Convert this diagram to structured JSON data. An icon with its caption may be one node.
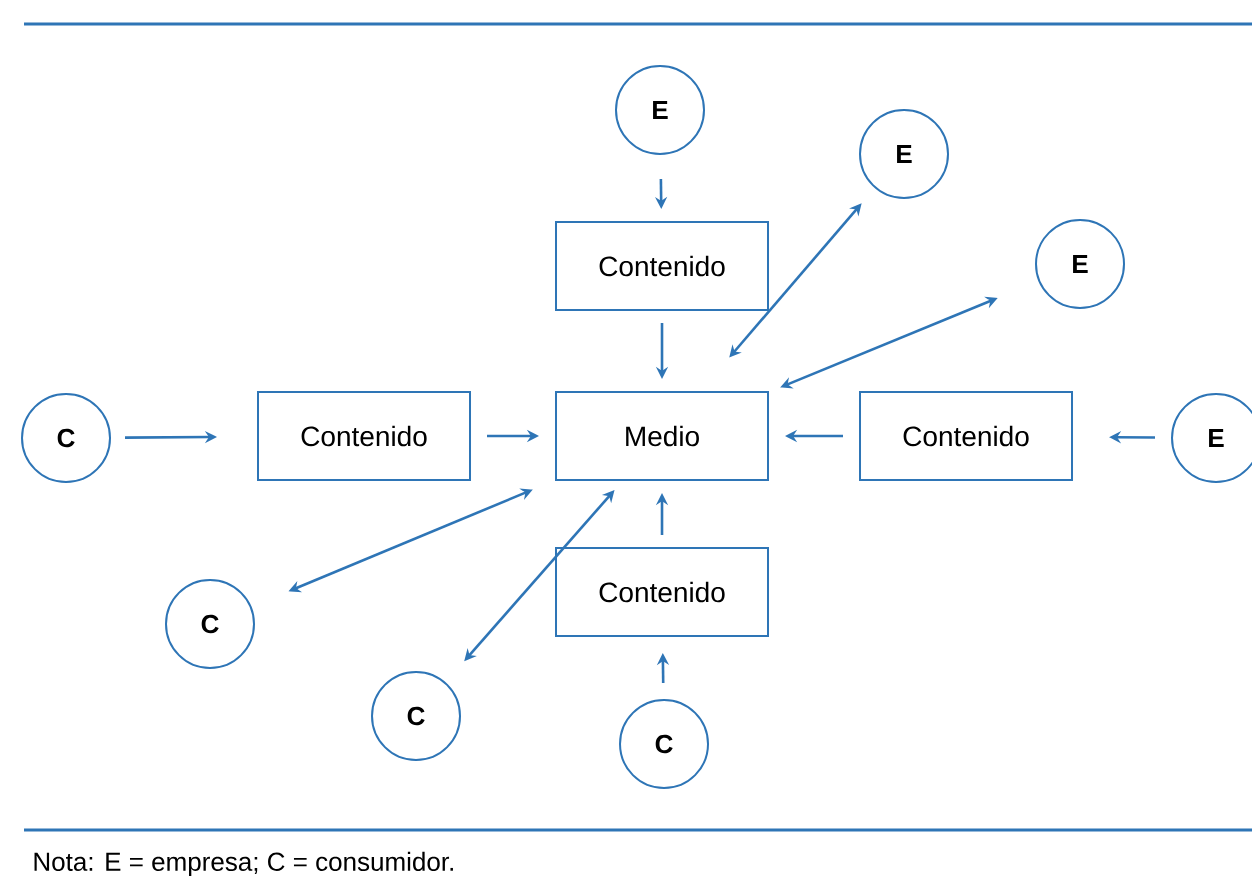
{
  "diagram": {
    "caption": "Nota: E = empresa; C = consumidor.",
    "nodes": [
      {
        "text": [
          "E"
        ]
      },
      {
        "text": [
          "E"
        ]
      },
      {
        "text": [
          "Contenido"
        ]
      },
      {
        "text": [
          "E"
        ]
      },
      {
        "text": [
          "C"
        ]
      },
      {
        "text": [
          "Contenido"
        ]
      },
      {
        "text": [
          "Medio"
        ]
      },
      {
        "text": [
          "Contenido"
        ]
      },
      {
        "text": [
          "E"
        ]
      },
      {
        "text": [
          "C"
        ]
      },
      {
        "text": [
          "Contenido"
        ]
      },
      {
        "text": [
          "C"
        ]
      },
      {
        "text": [
          "C"
        ]
      }
    ],
    "edges": [
      {
        "from": 0,
        "to": 2,
        "arrow": "to"
      },
      {
        "from": 2,
        "to": 6,
        "arrow": "to"
      },
      {
        "from": 1,
        "to": 6,
        "arrow": "both"
      },
      {
        "from": 3,
        "to": 6,
        "arrow": "both"
      },
      {
        "from": 4,
        "to": 5,
        "arrow": "to"
      },
      {
        "from": 5,
        "to": 6,
        "arrow": "to"
      },
      {
        "from": 8,
        "to": 7,
        "arrow": "to"
      },
      {
        "from": 7,
        "to": 6,
        "arrow": "to"
      },
      {
        "from": 9,
        "to": 6,
        "arrow": "both"
      },
      {
        "from": 11,
        "to": 6,
        "arrow": "both"
      },
      {
        "from": 10,
        "to": 6,
        "arrow": "to"
      },
      {
        "from": 12,
        "to": 10,
        "arrow": "to"
      }
    ]
  }
}
